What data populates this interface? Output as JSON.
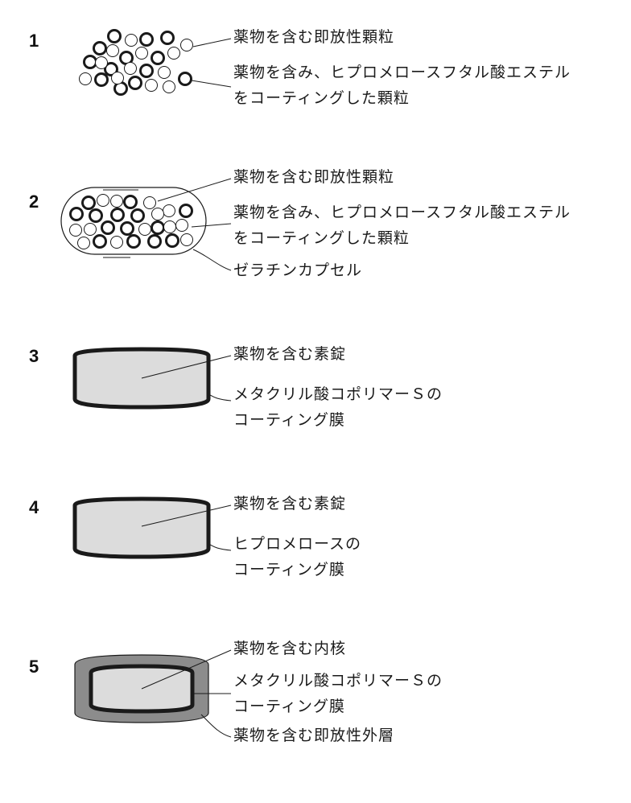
{
  "items": [
    {
      "number": "1",
      "labels": [
        "薬物を含む即放性顆粒",
        "薬物を含み、ヒプロメロースフタル酸エステル",
        "をコーティングした顆粒"
      ]
    },
    {
      "number": "2",
      "labels": [
        "薬物を含む即放性顆粒",
        "薬物を含み、ヒプロメロースフタル酸エステル",
        "をコーティングした顆粒",
        "ゼラチンカプセル"
      ]
    },
    {
      "number": "3",
      "labels": [
        "薬物を含む素錠",
        "メタクリル酸コポリマーＳの",
        "コーティング膜"
      ]
    },
    {
      "number": "4",
      "labels": [
        "薬物を含む素錠",
        "ヒプロメロースの",
        "コーティング膜"
      ]
    },
    {
      "number": "5",
      "labels": [
        "薬物を含む内核",
        "メタクリル酸コポリマーＳの",
        "コーティング膜",
        "薬物を含む即放性外層"
      ]
    }
  ],
  "colors": {
    "core_fill": "#dcdcdc",
    "outer_layer_fill": "#8c8c8c",
    "line": "#1a1a1a"
  }
}
